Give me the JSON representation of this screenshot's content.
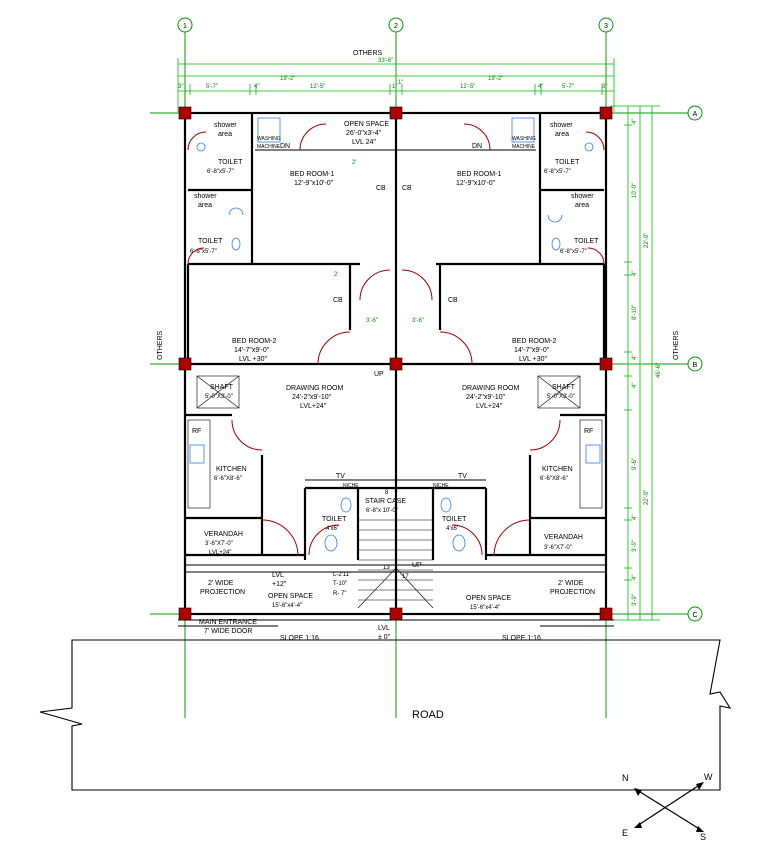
{
  "grid": {
    "cols": [
      "1",
      "2",
      "3"
    ],
    "rows": [
      "A",
      "B",
      "C"
    ]
  },
  "dims": {
    "overall": "33'-6\"",
    "half_left": "19'-2\"",
    "half_right": "19'-2\"",
    "seg_left": [
      "3\"",
      "5'-7\"",
      "4\"",
      "12'-5\"",
      "1\""
    ],
    "seg_right": [
      "1\"",
      "12'-5\"",
      "4\"",
      "5'-7\"",
      "3\""
    ],
    "vert_total": "46'-6\"",
    "vert_ab": "22'-9\"",
    "vert_bc": "22'-9\"",
    "vert_segs": [
      "4\"",
      "10'-9\"",
      "4\"",
      "8'-10\"",
      "4\"",
      "4\"",
      "9'-6\"",
      "4\"",
      "3'-9\"",
      "4\"",
      "3'-9\""
    ]
  },
  "labels": {
    "others_top": "OTHERS",
    "others_left": "OTHERS",
    "others_right": "OTHERS",
    "road": "ROAD",
    "open_space_top": "OPEN SPACE",
    "open_space_top_size": "26'-0\"x3'-4\"",
    "open_space_top_lvl": "LVL 24\"",
    "shower": [
      "shower",
      "area"
    ],
    "toilet": "TOILET",
    "toilet_size_a": "6'-8\"x5'-7\"",
    "toilet_size_b": "6'-8\"x5'-7\"",
    "washing": "WASHING",
    "machine": "MACHINE",
    "dn": "DN",
    "cb": "CB",
    "bed1": "BED ROOM-1",
    "bed1_size": "12'-9\"x10'-0\"",
    "bed2": "BED ROOM-2",
    "bed2_size": "14'-7\"x9'-0\"",
    "bed2_lvl": "LVL +30\"",
    "gap": "3'-6\"",
    "two": "2'",
    "up": "UP",
    "shaft": "SHAFT",
    "shaft_size": "5'-0\"X3'-0\"",
    "drawing": "DRAWING ROOM",
    "drawing_size": "24'-2\"x9'-10\"",
    "drawing_lvl": "LVL+24\"",
    "rf": "RF",
    "kitchen": "KITCHEN",
    "kitchen_size": "6'-6\"X8'-6\"",
    "tv": "TV",
    "niche": "NICHE",
    "staircase": "STAIR CASE",
    "staircase_size": "6'-8\"x 10'-0\"",
    "toilet_small_size": "4'x6'",
    "verandah": "VERANDAH",
    "verandah_size": "3'-6\"X7'-0\"",
    "verandah_lvl": "LVL+24\"",
    "stair_n": [
      "8",
      "13",
      "17"
    ],
    "proj": [
      "2' WIDE",
      "PROJECTION"
    ],
    "lvl": "LVL",
    "lvl_12": "+12\"",
    "lvl_0": "± 0\"",
    "stair_spec": [
      "L-2'11\"",
      "T-10\"",
      "R- 7\""
    ],
    "open_space": "OPEN SPACE",
    "open_space_size": "15'-6\"x4'-4\"",
    "main_entrance": "MAIN ENTRANCE",
    "door_7": "7' WIDE DOOR",
    "slope": "SLOPE 1:16"
  },
  "compass": {
    "n": "N",
    "w": "W",
    "e": "E",
    "s": "S"
  }
}
